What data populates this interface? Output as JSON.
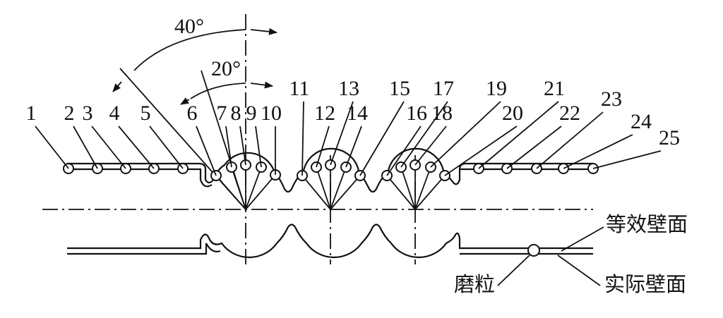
{
  "diagram": {
    "angles": {
      "large": "40°",
      "small": "20°"
    },
    "point_labels": [
      "1",
      "2",
      "3",
      "4",
      "5",
      "6",
      "7",
      "8",
      "9",
      "10",
      "11",
      "12",
      "13",
      "14",
      "15",
      "16",
      "17",
      "18",
      "19",
      "20",
      "21",
      "22",
      "23",
      "24",
      "25"
    ],
    "callouts": {
      "equivalent_wall": "等效壁面",
      "actual_wall": "实际壁面",
      "abrasive": "磨粒"
    }
  }
}
